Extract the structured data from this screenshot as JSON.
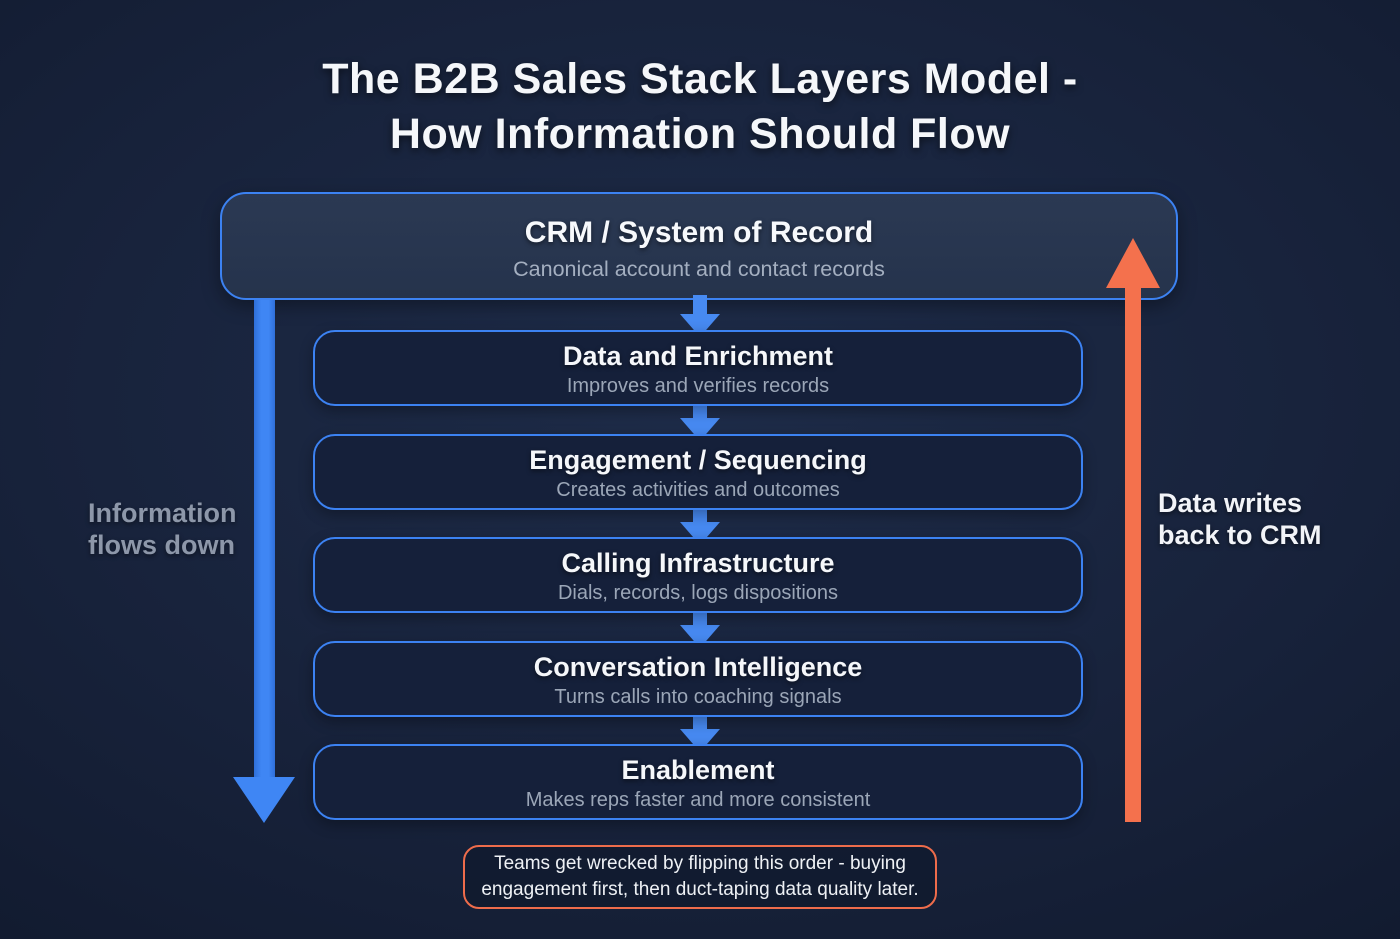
{
  "title": {
    "lines": [
      "The B2B Sales Stack Layers Model -",
      "How Information Should Flow"
    ]
  },
  "crm_box": {
    "title": "CRM / System of Record",
    "subtitle": "Canonical account and contact records"
  },
  "layers": [
    {
      "title": "Data and Enrichment",
      "subtitle": "Improves and verifies records"
    },
    {
      "title": "Engagement / Sequencing",
      "subtitle": "Creates activities and outcomes"
    },
    {
      "title": "Calling Infrastructure",
      "subtitle": "Dials, records, logs dispositions"
    },
    {
      "title": "Conversation Intelligence",
      "subtitle": "Turns calls into coaching signals"
    },
    {
      "title": "Enablement",
      "subtitle": "Makes reps faster and more consistent"
    }
  ],
  "left_arrow_label": "Information flows down",
  "right_arrow_label": "Data writes back to CRM",
  "note": "Teams get wrecked by flipping this order - buying engagement first, then duct-taping data quality later.",
  "colors": {
    "background": "#18233c",
    "box_border_blue": "#3c82f2",
    "arrow_blue": "#3f86f4",
    "arrow_orange": "#f4714d",
    "note_border_orange": "#ee6c4b",
    "crm_fill": "#28364f",
    "layer_fill": "#15203a",
    "muted_label_text": "#8d97a9",
    "subtitle_text": "#9ba6b7"
  }
}
